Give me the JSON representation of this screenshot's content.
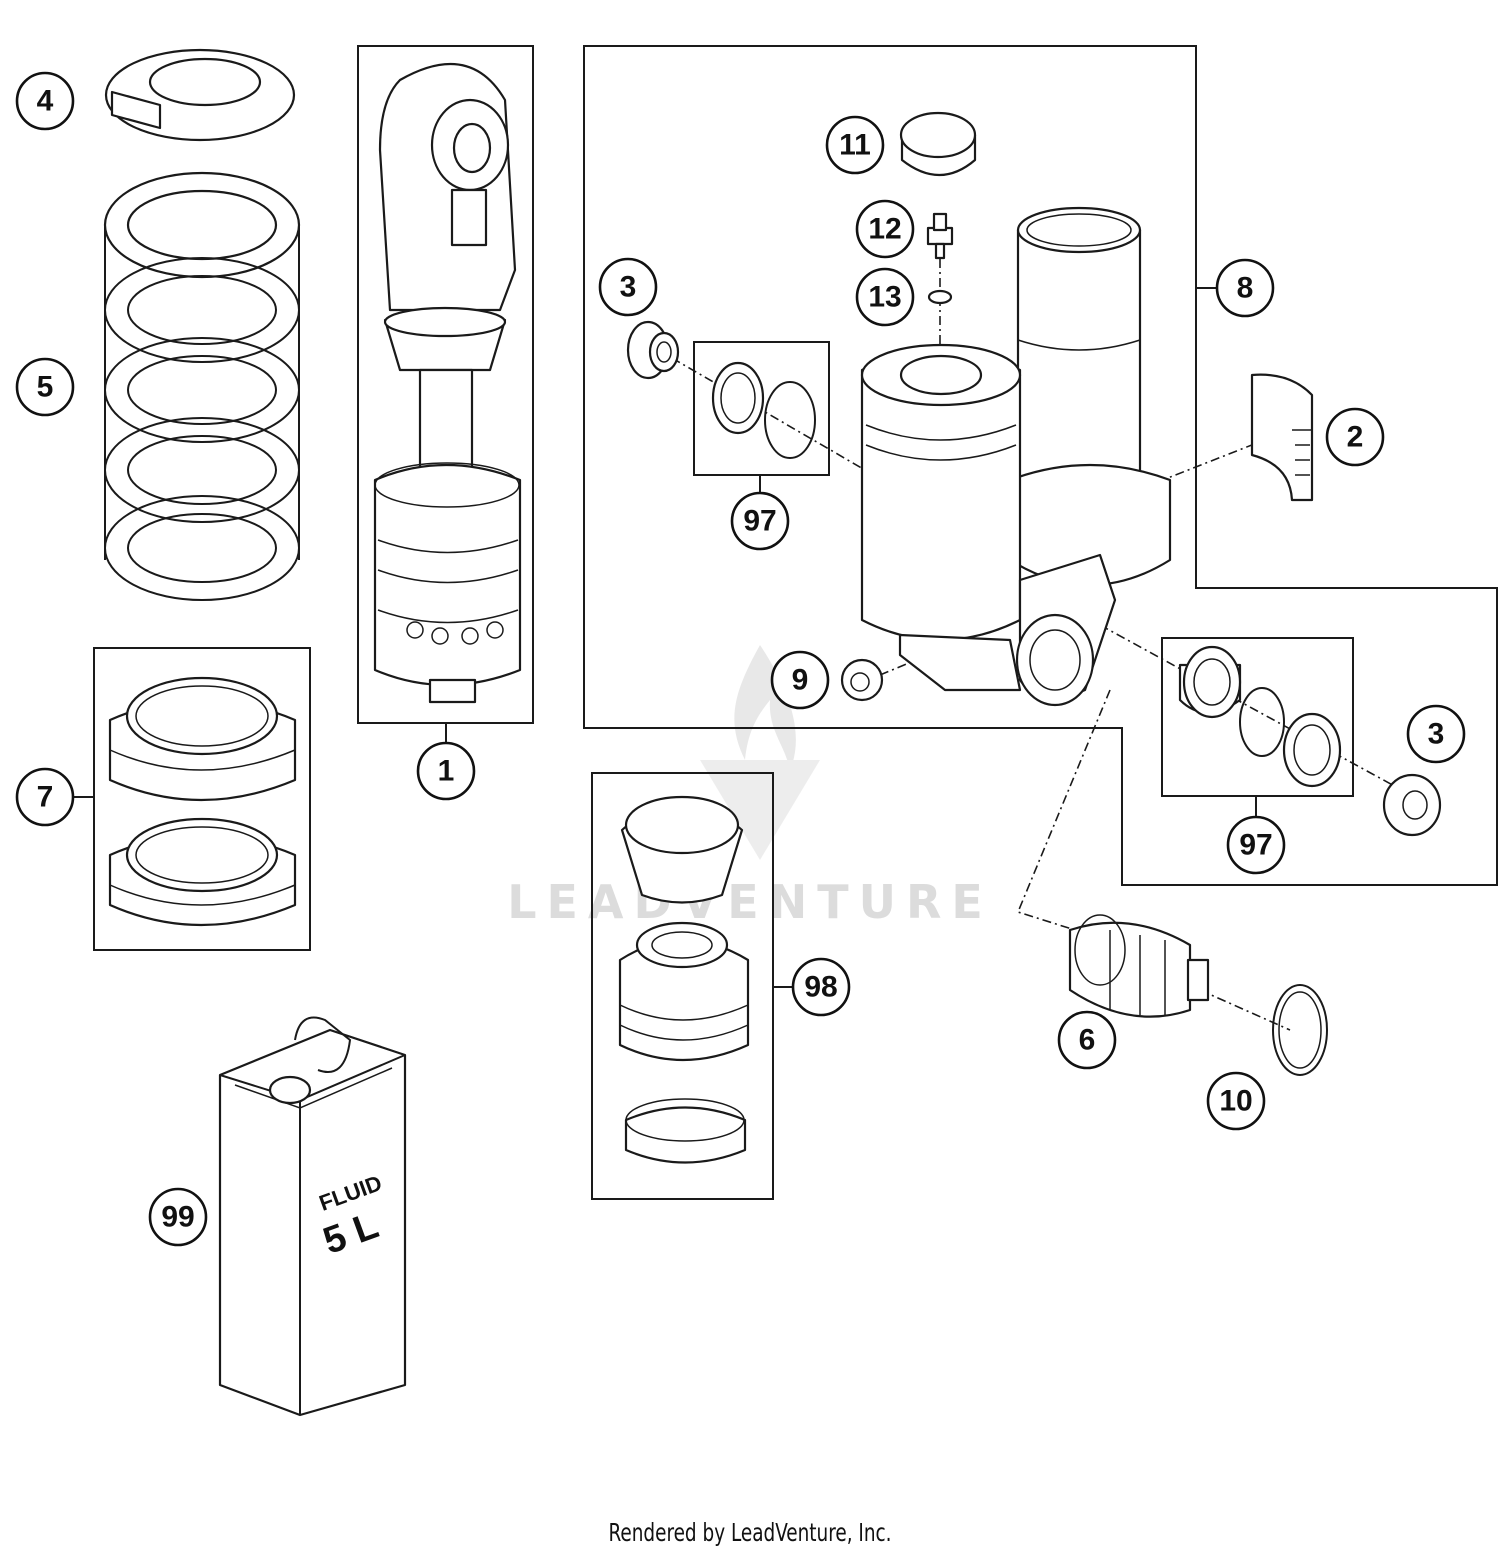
{
  "diagram": {
    "callouts": [
      {
        "label": "1"
      },
      {
        "label": "2"
      },
      {
        "label": "3"
      },
      {
        "label": "3"
      },
      {
        "label": "4"
      },
      {
        "label": "5"
      },
      {
        "label": "6"
      },
      {
        "label": "7"
      },
      {
        "label": "8"
      },
      {
        "label": "9"
      },
      {
        "label": "10"
      },
      {
        "label": "11"
      },
      {
        "label": "12"
      },
      {
        "label": "13"
      },
      {
        "label": "97"
      },
      {
        "label": "97"
      },
      {
        "label": "98"
      },
      {
        "label": "99"
      }
    ],
    "can_label_top": "FLUID",
    "can_label_bottom": "5 L",
    "watermark": "LEADVENTURE"
  },
  "footer": {
    "credit": "Rendered by LeadVenture, Inc."
  }
}
